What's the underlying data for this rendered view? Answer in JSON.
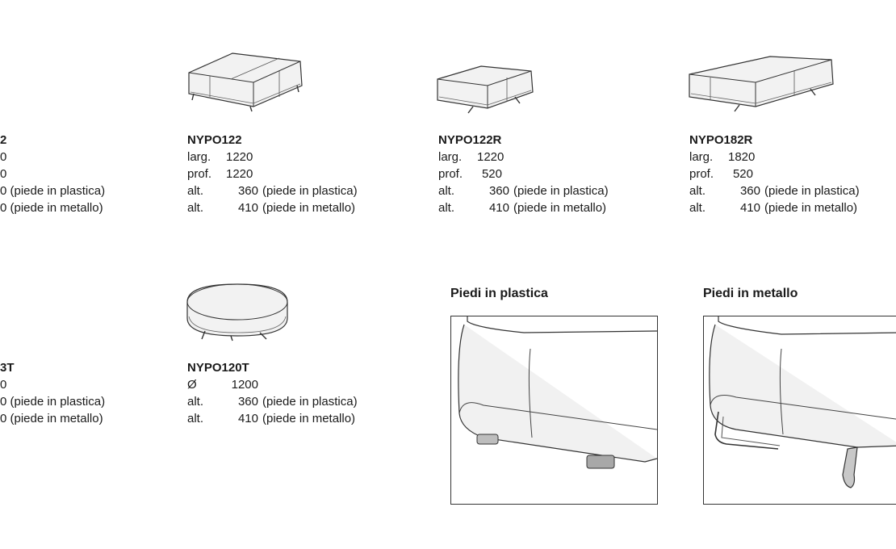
{
  "products_top": [
    {
      "code": "NYPO122",
      "rows": [
        {
          "label": "larg.",
          "value": "1220",
          "note": ""
        },
        {
          "label": "prof.",
          "value": "1220",
          "note": ""
        },
        {
          "label": "alt.",
          "value": "360",
          "note": "(piede in plastica)"
        },
        {
          "label": "alt.",
          "value": "410",
          "note": "(piede in metallo)"
        }
      ]
    },
    {
      "code": "NYPO122R",
      "rows": [
        {
          "label": "larg.",
          "value": "1220",
          "note": ""
        },
        {
          "label": "prof.",
          "value": "520",
          "note": ""
        },
        {
          "label": "alt.",
          "value": "360",
          "note": "(piede in plastica)"
        },
        {
          "label": "alt.",
          "value": "410",
          "note": "(piede in metallo)"
        }
      ]
    },
    {
      "code": "NYPO182R",
      "rows": [
        {
          "label": "larg.",
          "value": "1820",
          "note": ""
        },
        {
          "label": "prof.",
          "value": "520",
          "note": ""
        },
        {
          "label": "alt.",
          "value": "360",
          "note": "(piede in plastica)"
        },
        {
          "label": "alt.",
          "value": "410",
          "note": "(piede in metallo)"
        }
      ]
    }
  ],
  "products_bottom": [
    {
      "code": "NYPO120T",
      "rows": [
        {
          "label": "Ø",
          "value": "1200",
          "note": ""
        },
        {
          "label": "alt.",
          "value": "360",
          "note": "(piede in plastica)"
        },
        {
          "label": "alt.",
          "value": "410",
          "note": "(piede in metallo)"
        }
      ]
    }
  ],
  "cut_left_top": {
    "code": "2",
    "rows": [
      "0",
      "0",
      "0 (piede in plastica)",
      "0 (piede in metallo)"
    ]
  },
  "cut_left_bottom": {
    "code": "3T",
    "rows": [
      "0",
      "0 (piede in plastica)",
      "0 (piede in metallo)"
    ]
  },
  "feet": {
    "plastic_caption": "Piedi in plastica",
    "metal_caption": "Piedi in metallo"
  }
}
